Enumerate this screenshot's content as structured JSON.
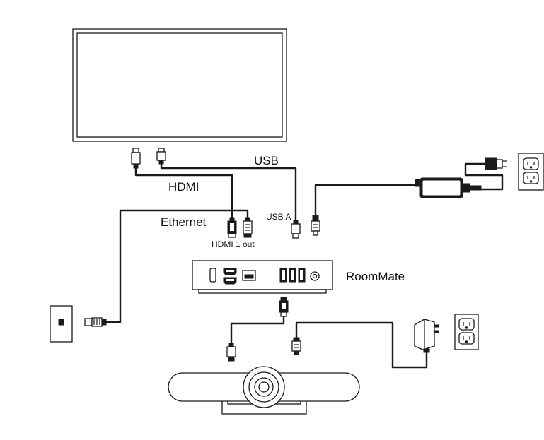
{
  "labels": {
    "usb": "USB",
    "hdmi": "HDMI",
    "ethernet": "Ethernet",
    "usb_a": "USB A",
    "hdmi_1_out": "HDMI 1 out",
    "roommate": "RoomMate"
  },
  "colors": {
    "line": "#1a1a1a",
    "background": "#ffffff"
  },
  "icons": [
    "display",
    "power-adapter",
    "wall-outlet",
    "ethernet-wall-jack",
    "roommate-device",
    "camera-bar",
    "plug-in-adapter"
  ]
}
